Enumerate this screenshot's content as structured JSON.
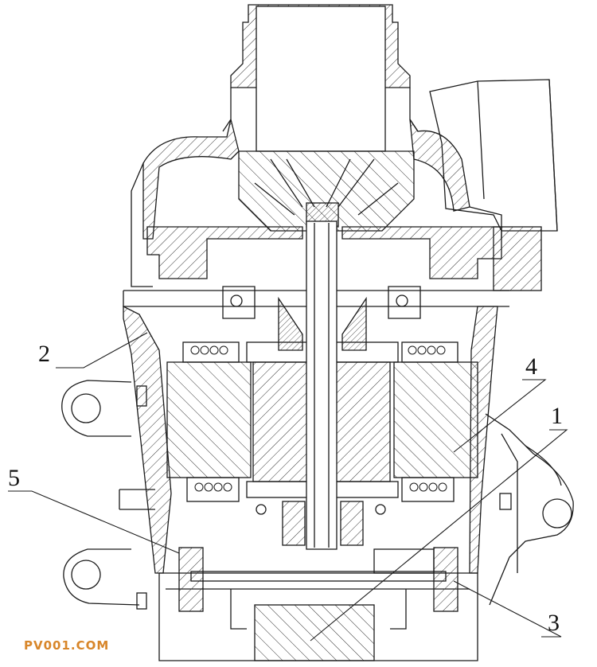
{
  "callouts": {
    "c1": "1",
    "c2": "2",
    "c3": "3",
    "c4": "4",
    "c5": "5"
  },
  "watermark": "PV001.COM",
  "colors": {
    "line": "#1a1a1a",
    "hatch": "#333333",
    "background": "#ffffff",
    "watermark": "#d8862a"
  }
}
